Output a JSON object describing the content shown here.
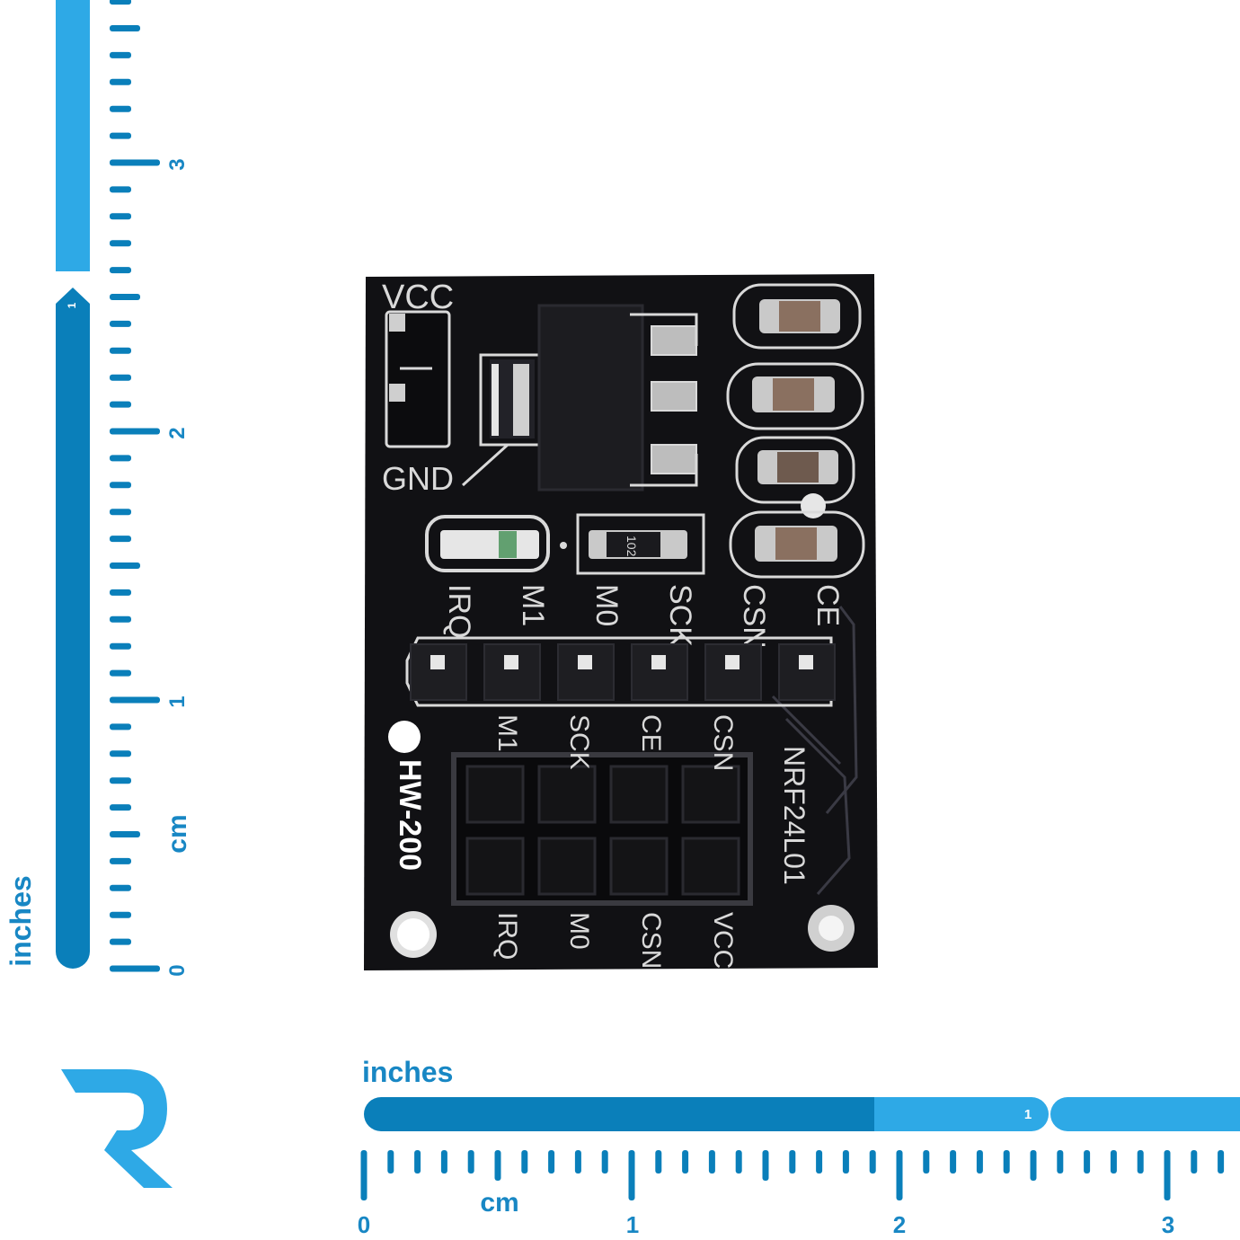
{
  "colors": {
    "ruler_dark": "#0a7fba",
    "ruler_light": "#2ea9e6",
    "pcb": "#111114",
    "silkscreen": "#d9d9d9"
  },
  "vertical_ruler": {
    "unit_top": "inches",
    "unit_bottom": "cm",
    "inch_labels": [
      "1"
    ],
    "cm_labels": [
      "0",
      "1",
      "2",
      "3"
    ]
  },
  "horizontal_ruler": {
    "unit_top": "inches",
    "unit_bottom": "cm",
    "inch_labels": [
      "1"
    ],
    "cm_labels": [
      "0",
      "1",
      "2",
      "3"
    ]
  },
  "logo": {
    "icon": "r-logo-icon"
  },
  "board": {
    "model": "HW-200",
    "power_labels": {
      "vcc": "VCC",
      "gnd": "GND"
    },
    "top_pins": [
      "IRQ",
      "M1",
      "M0",
      "SCK",
      "CSN",
      "CE"
    ],
    "socket_top": [
      "M1",
      "SCK",
      "CE",
      "CSN"
    ],
    "socket_bottom": [
      "IRQ",
      "M0",
      "CSN",
      "VCC"
    ],
    "side_label": "NRF24L01",
    "resistor_code": "102"
  }
}
